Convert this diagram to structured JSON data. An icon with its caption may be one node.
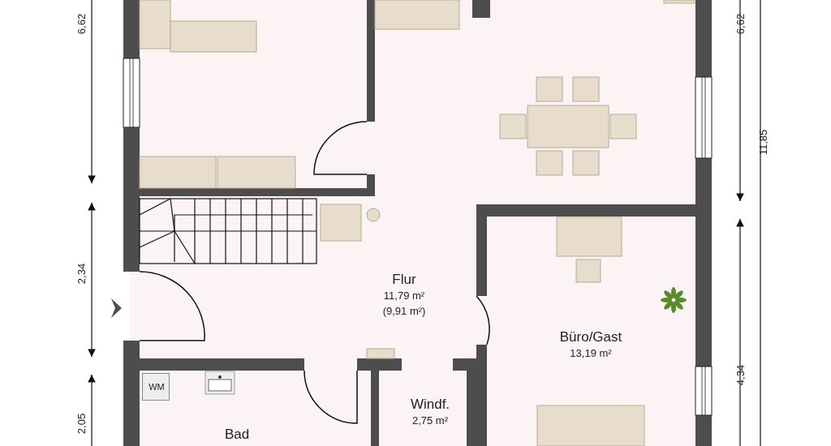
{
  "diagram": {
    "nodes": [
      {
        "text": [
          "Flur",
          "11,79 m²",
          "(9,91 m²)"
        ]
      },
      {
        "text": [
          "Büro/Gast",
          "13,19 m²"
        ]
      },
      {
        "text": [
          "Bad"
        ]
      },
      {
        "text": [
          "WM"
        ],
        "in": 2
      },
      {
        "text": [
          "Windf.",
          "2,75 m²"
        ]
      }
    ],
    "labels": [
      "6,62",
      "6,62",
      "11,85",
      "2,34",
      "4,34",
      "2,05"
    ]
  }
}
